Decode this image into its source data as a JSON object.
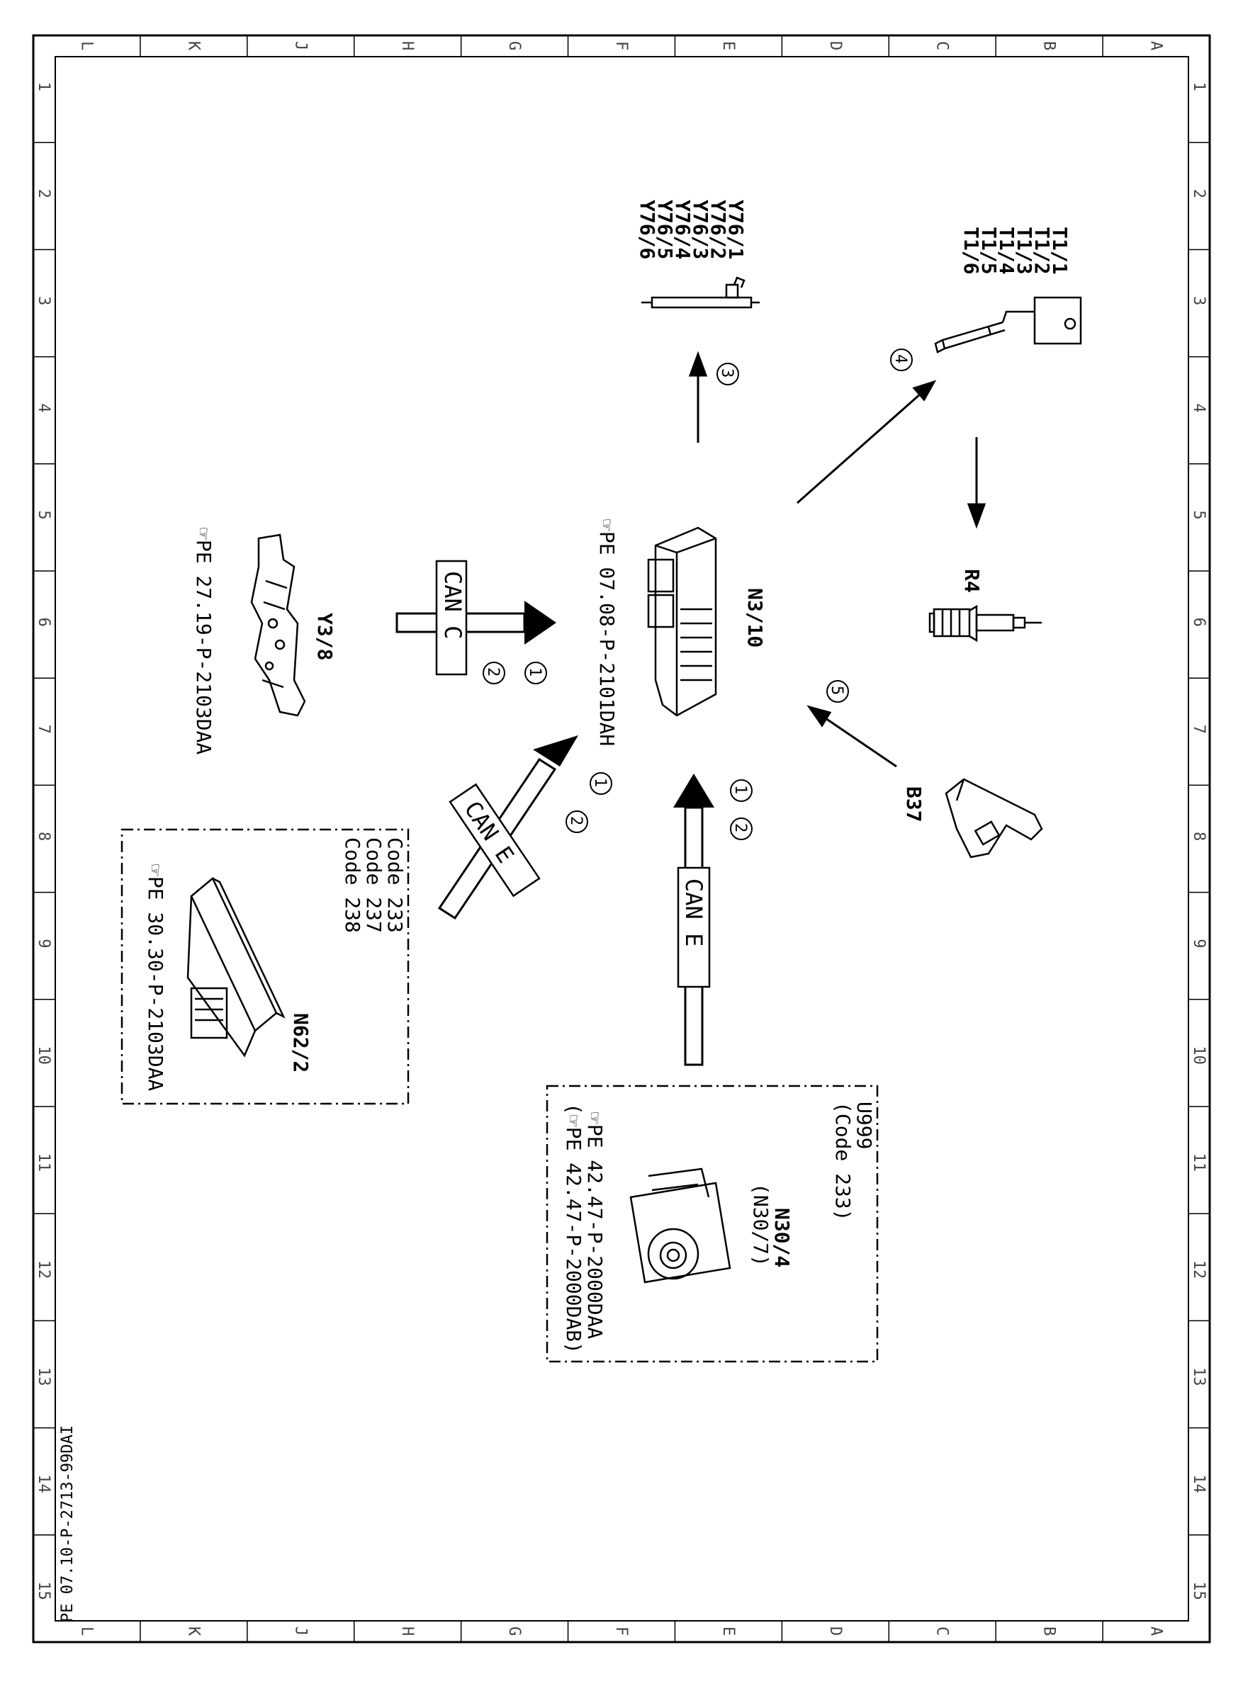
{
  "grid": {
    "letters": [
      "L",
      "K",
      "J",
      "H",
      "G",
      "F",
      "E",
      "D",
      "C",
      "B",
      "A"
    ],
    "numbers": [
      "1",
      "2",
      "3",
      "4",
      "5",
      "6",
      "7",
      "8",
      "9",
      "10",
      "11",
      "12",
      "13",
      "14",
      "15"
    ]
  },
  "doc_id": "PE 07.10-P-2713-99DAI",
  "components": {
    "n3_10": {
      "name": "N3/10",
      "ref": "PE 07.08-P-2101DAH"
    },
    "y3_8": {
      "name": "Y3/8",
      "ref": "PE 27.19-P-2103DAA"
    },
    "n62_2": {
      "name": "N62/2",
      "codes": [
        "Code 233",
        "Code 237",
        "Code 238"
      ],
      "ref": "PE 30.30-P-2103DAA"
    },
    "u999": {
      "line1": "U999",
      "line2": "(Code 233)",
      "name": "N30/4",
      "alt": "(N30/7)",
      "ref1": "PE 42.47-P-2000DAA",
      "ref2_prefix": "(",
      "ref2": "PE 42.47-P-2000DAB)"
    },
    "r4": {
      "name": "R4"
    },
    "b37": {
      "name": "B37"
    },
    "t1": {
      "labels": [
        "T1/1",
        "T1/2",
        "T1/3",
        "T1/4",
        "T1/5",
        "T1/6"
      ]
    },
    "y76": {
      "labels": [
        "Y76/1",
        "Y76/2",
        "Y76/3",
        "Y76/4",
        "Y76/5",
        "Y76/6"
      ]
    }
  },
  "buses": {
    "can_c": "CAN C",
    "can_e_diag": "CAN E",
    "can_e_vert": "CAN E"
  },
  "markers": {
    "m1": "1",
    "m2": "2",
    "m3": "3",
    "m4": "4",
    "m5": "5"
  }
}
